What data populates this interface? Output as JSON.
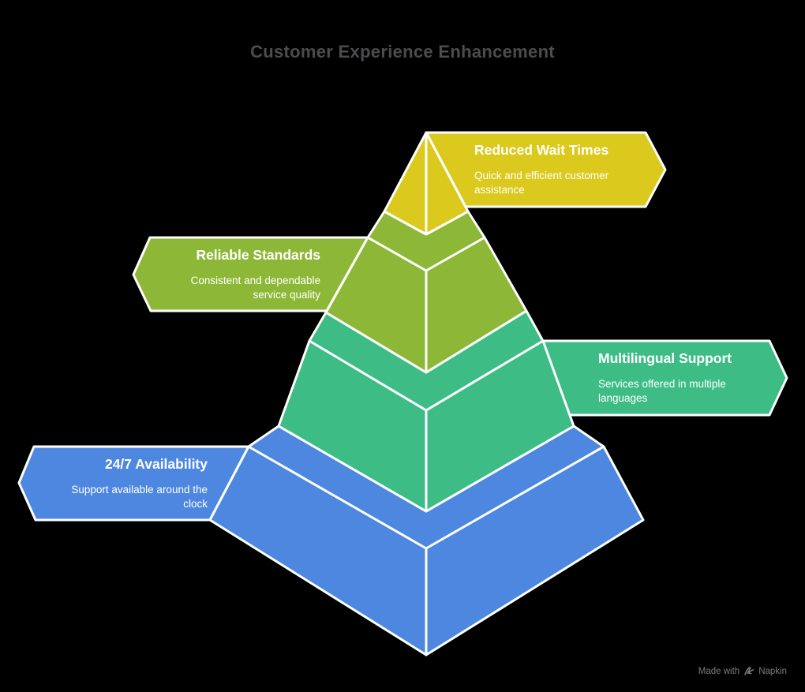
{
  "page": {
    "title": "Customer Experience Enhancement",
    "title_color": "#4b4c4e",
    "background_color": "#000000"
  },
  "pyramid": {
    "stroke_color": "#ffffff",
    "levels": [
      {
        "rank": 1,
        "label": "Reduced Wait Times",
        "description": "Quick and efficient customer assistance",
        "color": "#dcc91d",
        "banner_side": "right"
      },
      {
        "rank": 2,
        "label": "Reliable Standards",
        "description": "Consistent and dependable service quality",
        "color": "#8db837",
        "banner_side": "left"
      },
      {
        "rank": 3,
        "label": "Multilingual Support",
        "description": "Services offered in multiple languages",
        "color": "#3dbd85",
        "banner_side": "right"
      },
      {
        "rank": 4,
        "label": "24/7 Availability",
        "description": "Support available around the clock",
        "color": "#4e87e0",
        "banner_side": "left"
      }
    ]
  },
  "footer": {
    "made_with": "Made with",
    "brand": "Napkin"
  }
}
